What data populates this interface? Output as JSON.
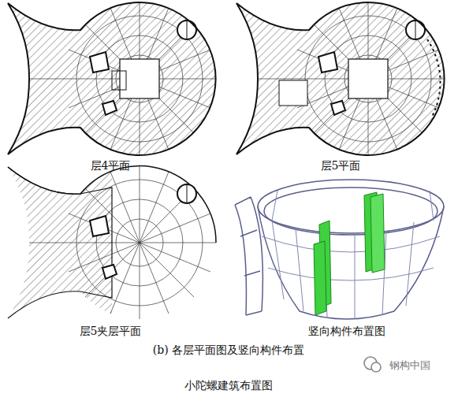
{
  "diagram": {
    "caption": "小陀螺建筑布置图",
    "labels": [
      "层4平面",
      "层5平面",
      "层5夹层平面",
      "竖向构件布置图",
      "(b) 各层平面图及竖向构件布置",
      "钢构中国"
    ]
  }
}
